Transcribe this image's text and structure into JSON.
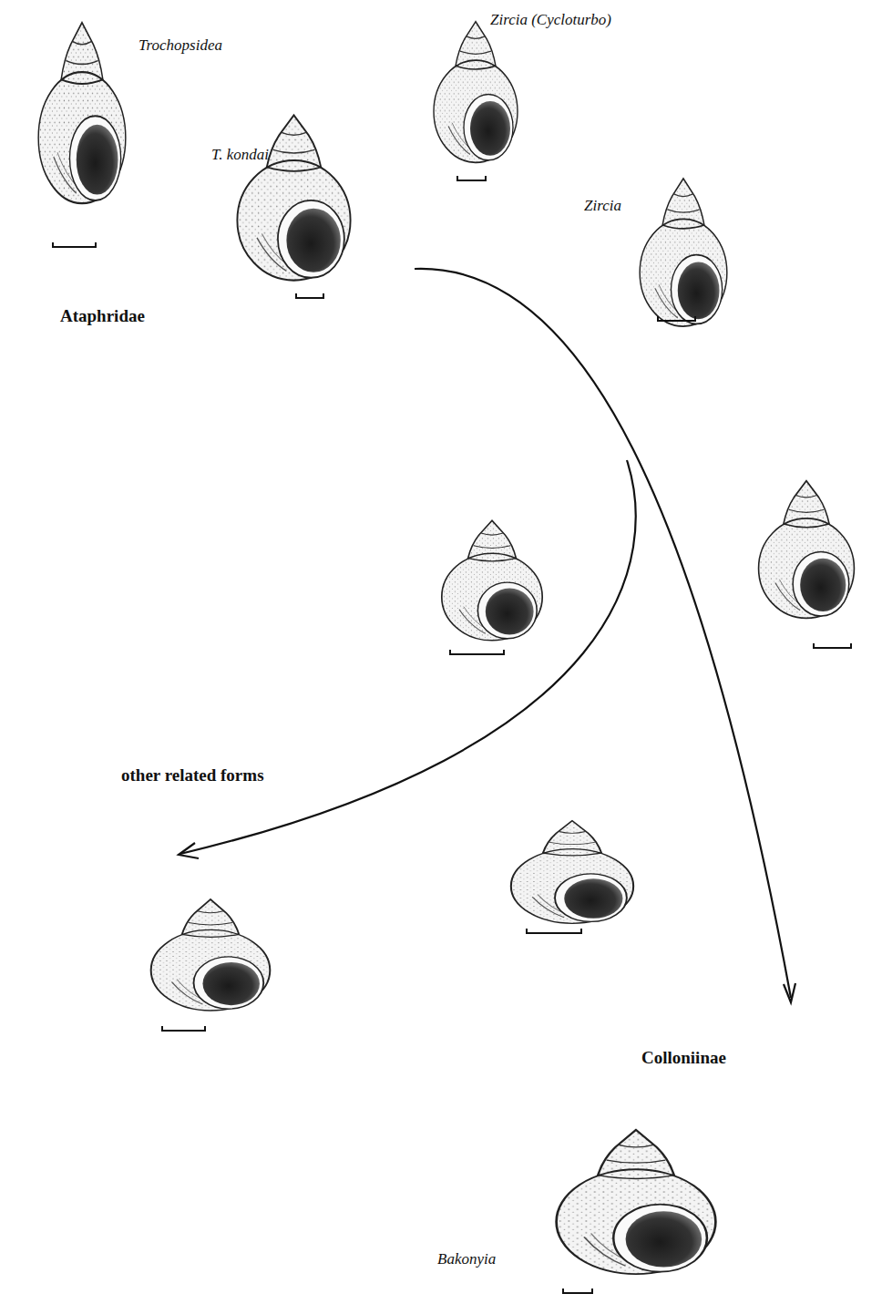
{
  "diagram": {
    "labels": [
      "Trochopsidea",
      "Zircia (Cycloturbo)",
      "T. kondai",
      "Zircia",
      "Ataphridae",
      "other related forms",
      "Colloniinae",
      "Bakonyia"
    ]
  }
}
